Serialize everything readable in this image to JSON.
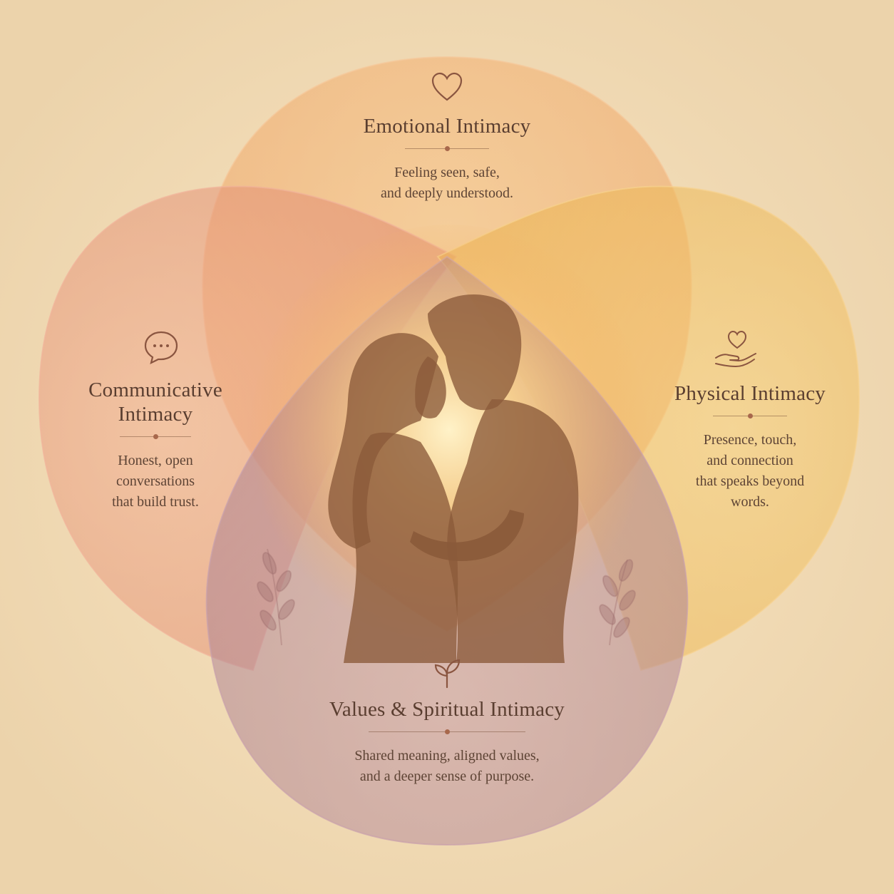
{
  "diagram": {
    "emotional": {
      "title": "Emotional Intimacy",
      "desc_line1": "Feeling seen, safe,",
      "desc_line2": "and deeply understood.",
      "icon": "heart-icon",
      "color": "#f2a966"
    },
    "communicative": {
      "title_line1": "Communicative",
      "title_line2": "Intimacy",
      "desc_line1": "Honest, open",
      "desc_line2": "conversations",
      "desc_line3": "that build trust.",
      "icon": "speech-bubble-icon",
      "color": "#e4967c"
    },
    "physical": {
      "title": "Physical Intimacy",
      "desc_line1": "Presence, touch,",
      "desc_line2": "and connection",
      "desc_line3": "that speaks beyond",
      "desc_line4": "words.",
      "icon": "heart-in-hand-icon",
      "color": "#f0bd5c"
    },
    "values": {
      "title": "Values & Spiritual Intimacy",
      "desc_line1": "Shared meaning, aligned values,",
      "desc_line2": "and a deeper sense of purpose.",
      "icon": "sprout-icon",
      "color": "#b48a98"
    },
    "center": {
      "illustration": "couple-embracing-silhouette"
    }
  }
}
